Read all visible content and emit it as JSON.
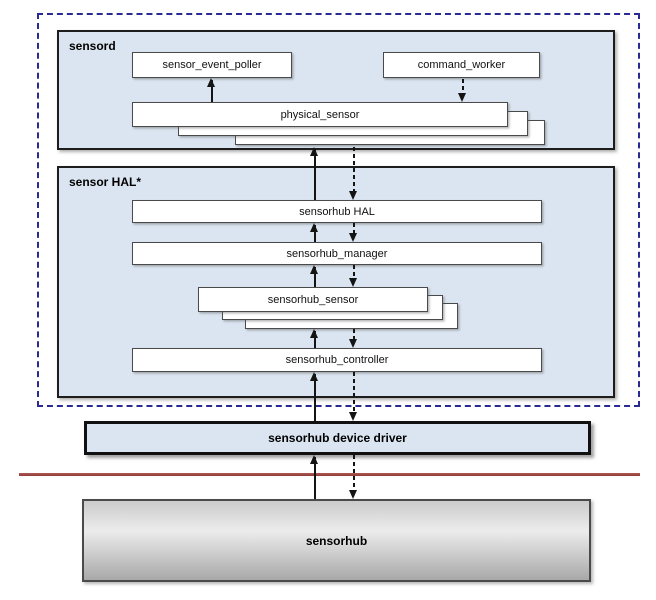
{
  "diagram": {
    "groups": {
      "sensord": {
        "title": "sensord"
      },
      "sensor_hal": {
        "title": "sensor HAL*"
      }
    },
    "boxes": {
      "sensor_event_poller": "sensor_event_poller",
      "command_worker": "command_worker",
      "physical_sensor": "physical_sensor",
      "sensorhub_hal": "sensorhub HAL",
      "sensorhub_manager": "sensorhub_manager",
      "sensorhub_sensor": "sensorhub_sensor",
      "sensorhub_controller": "sensorhub_controller",
      "device_driver": "sensorhub device driver",
      "sensorhub": "sensorhub"
    },
    "colors": {
      "group_fill": "#dbe5f1",
      "group_border": "#1d1d1d",
      "boundary_dash": "#2a2a93",
      "hardware_line": "#9b4340",
      "hub_gradient_mid": "#ececec",
      "arrow": "#141414"
    }
  }
}
